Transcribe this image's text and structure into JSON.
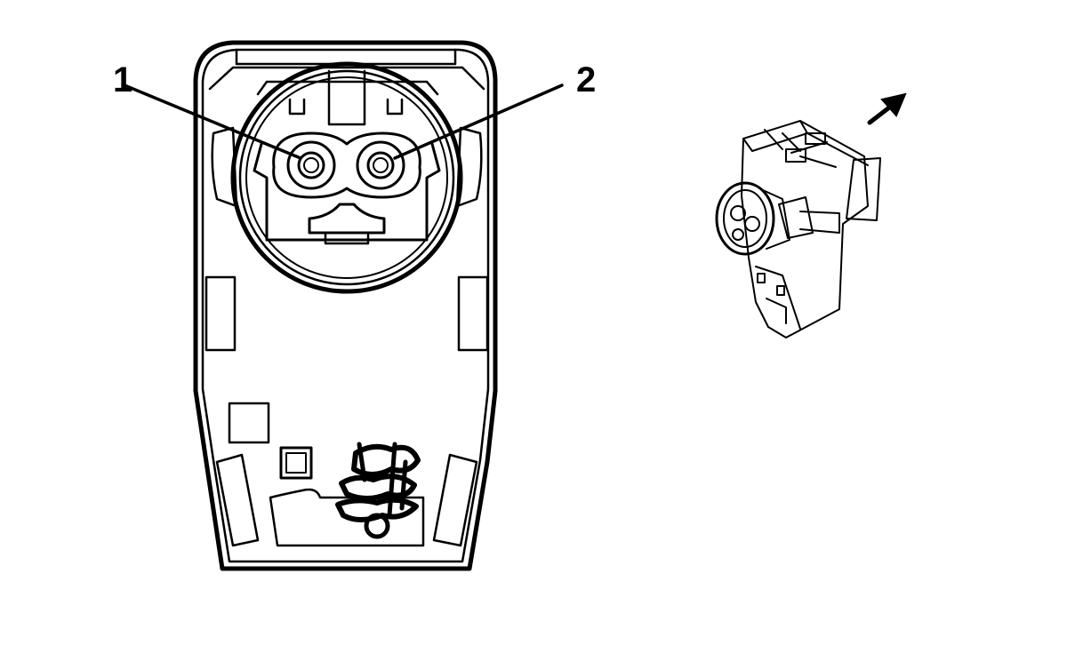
{
  "diagram": {
    "callouts": [
      {
        "id": "pin-1",
        "label": "1"
      },
      {
        "id": "pin-2",
        "label": "2"
      }
    ],
    "colors": {
      "line": "#000000",
      "background": "#ffffff",
      "shade": "#bdbdbd"
    }
  }
}
